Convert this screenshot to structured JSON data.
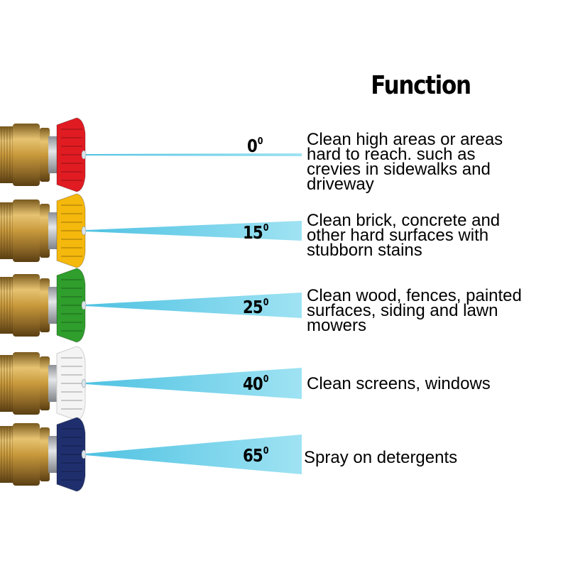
{
  "title": "Function",
  "nozzles": [
    {
      "angle": "0",
      "degree_mark": "0",
      "color": "#e11b22",
      "description": [
        "Clean high areas or areas",
        "hard to reach. such as",
        "crevies in sidewalks and",
        "driveway"
      ]
    },
    {
      "angle": "15",
      "degree_mark": "0",
      "color": "#f5b80c",
      "description": [
        "Clean brick, concrete and",
        "other hard surfaces with",
        "stubborn stains"
      ]
    },
    {
      "angle": "25",
      "degree_mark": "0",
      "color": "#2f9e2c",
      "description": [
        "Clean wood, fences, painted",
        "surfaces, siding and lawn",
        "mowers"
      ]
    },
    {
      "angle": "40",
      "degree_mark": "0",
      "color": "#f4f4f4",
      "description": [
        "Clean screens, windows"
      ]
    },
    {
      "angle": "65",
      "degree_mark": "0",
      "color": "#1f2f6e",
      "description": [
        "Spray on detergents"
      ]
    }
  ],
  "colors": {
    "spray": "#7fd6ec",
    "brass": "#c99a3c",
    "steel": "#b9bcc0"
  }
}
